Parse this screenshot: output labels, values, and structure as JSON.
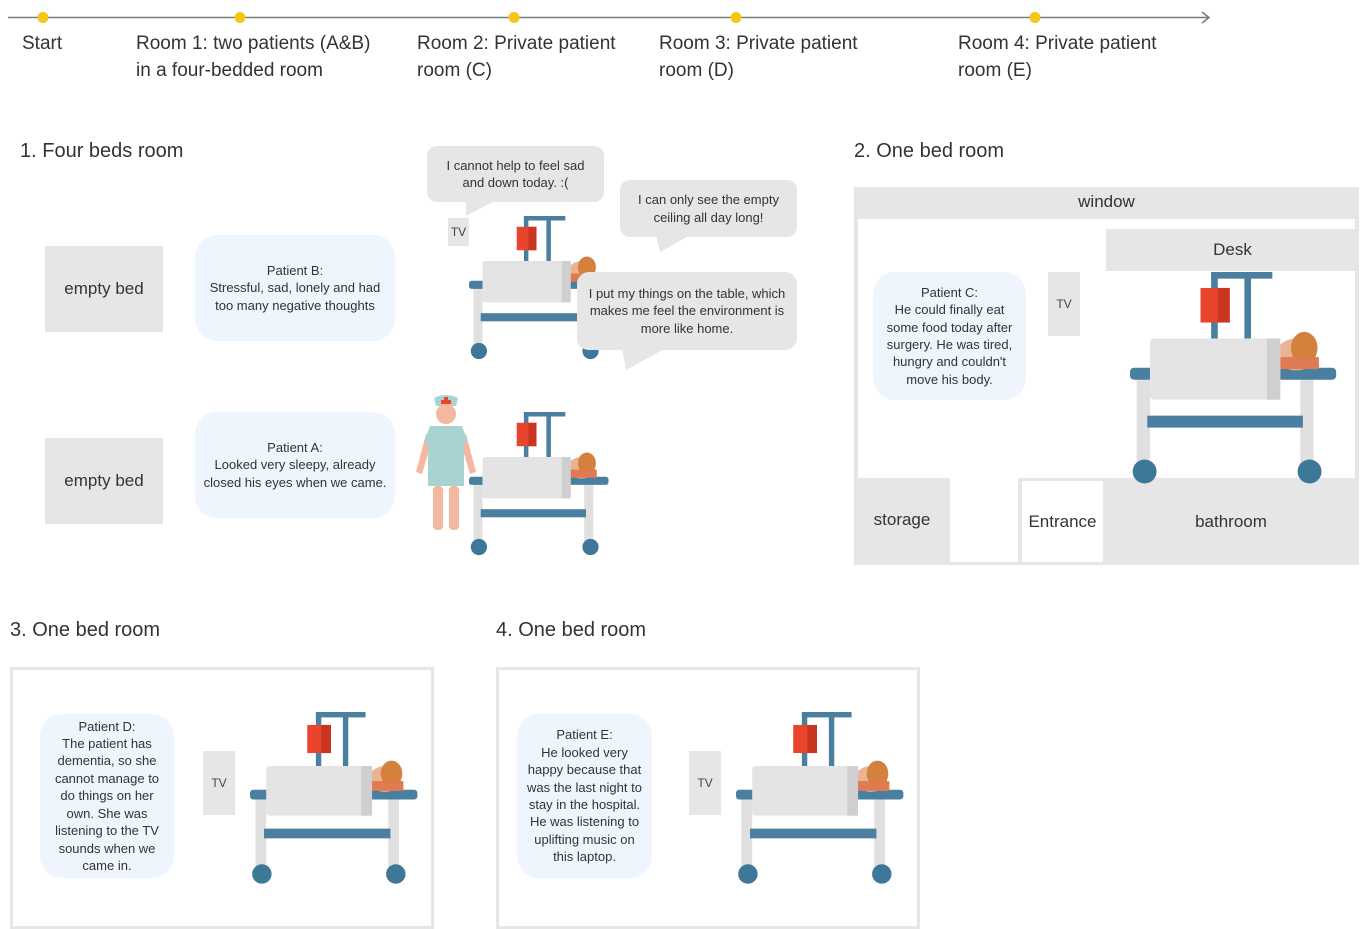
{
  "timeline": {
    "points": [
      {
        "label": "Start"
      },
      {
        "label": "Room 1: two patients (A&B)\nin a four-bedded room"
      },
      {
        "label": "Room 2: Private patient\nroom (C)"
      },
      {
        "label": "Room 3: Private patient\nroom (D)"
      },
      {
        "label": "Room 4: Private patient\nroom (E)"
      }
    ],
    "dot_color": "#f5c518",
    "line_color": "#7a7a7a"
  },
  "room1": {
    "title": "1. Four beds room",
    "empty_bed_top": "empty bed",
    "empty_bed_bottom": "empty bed",
    "tv": "TV",
    "patient_b": {
      "name": "Patient B:",
      "text": "Stressful, sad, lonely and had\ntoo many negative thoughts"
    },
    "patient_a": {
      "name": "Patient A:",
      "text": "Looked very sleepy, already\nclosed his eyes when we came."
    },
    "bubbles": [
      "I cannot help to feel sad\nand down today. :(",
      "I can only see the empty\nceiling all day long!",
      "I put my things on the table, which\nmakes me feel the environment is\nmore like home."
    ]
  },
  "room2": {
    "title": "2. One bed room",
    "window": "window",
    "desk": "Desk",
    "tv": "TV",
    "storage": "storage",
    "entrance": "Entrance",
    "bathroom": "bathroom",
    "patient_c": {
      "name": "Patient C:",
      "text": "He could finally eat\nsome food today after\nsurgery. He was tired,\nhungry and couldn't\nmove his body."
    }
  },
  "room3": {
    "title": "3. One bed room",
    "tv": "TV",
    "patient_d": {
      "name": "Patient D:",
      "text": "The patient has\ndementia, so she\ncannot manage to\ndo things on her\nown. She was\nlistening to the TV\nsounds when we\ncame in."
    }
  },
  "room4": {
    "title": "4. One bed room",
    "tv": "TV",
    "patient_e": {
      "name": "Patient E:",
      "text": "He looked very\nhappy because that\nwas the last night to\nstay in the hospital.\nHe was listening to\nuplifting music on\nthis laptop."
    }
  },
  "icons": [
    "hospital-bed-icon",
    "iv-drip-icon",
    "nurse-icon",
    "speech-bubble-icon",
    "arrow-right-icon"
  ],
  "colors": {
    "grey_box": "#e6e6e6",
    "note_bg": "#eef5fd",
    "bubble_bg": "#e6e6e6",
    "bed_frame": "#4a7fa0",
    "iv_bag": "#e8452c",
    "nurse_dress": "#a9d3d2",
    "skin": "#f2b8a0"
  }
}
